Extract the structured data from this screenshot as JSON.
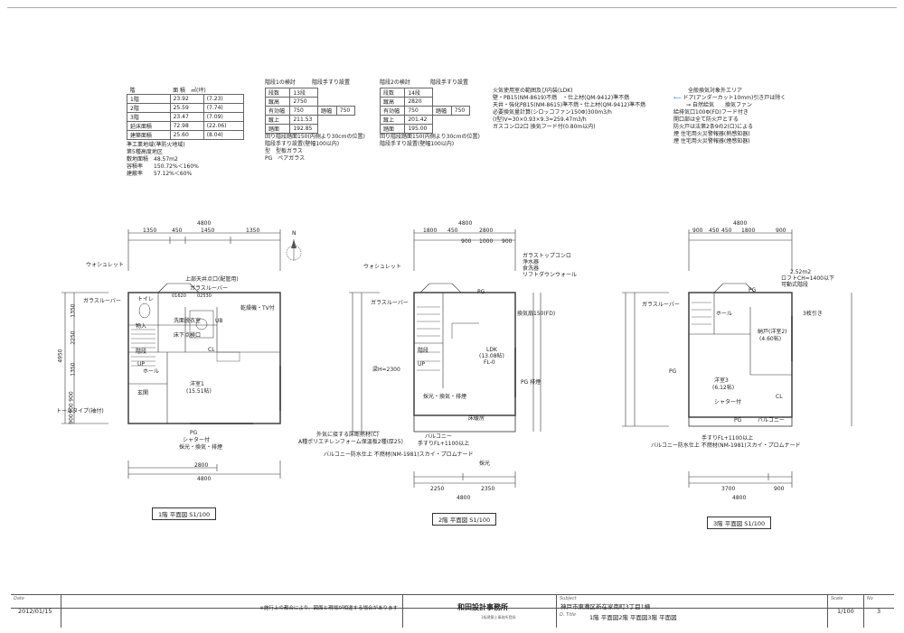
{
  "area_table": {
    "header": [
      "階",
      "面 積　㎡(坪)"
    ],
    "rows": [
      [
        "1階",
        "23.92",
        "(7.23)"
      ],
      [
        "2階",
        "25.59",
        "(7.74)"
      ],
      [
        "3階",
        "23.47",
        "(7.09)"
      ],
      [
        "延床面積",
        "72.98",
        "(22.06)"
      ],
      [
        "建築面積",
        "25.60",
        "(8.04)"
      ]
    ],
    "notes": [
      "準工業地域(準防火地域)",
      "第5種高度地区",
      "敷地面積　48.57m2",
      "容積率　　150.72%＜160%",
      "建蔽率　　57.12%＜60%"
    ]
  },
  "stair1": {
    "title": "階段1の検討",
    "title2": "階段手すり設置",
    "rows": [
      [
        "段数",
        "13段",
        "",
        ""
      ],
      [
        "蹴高",
        "2750",
        "",
        ""
      ],
      [
        "有効幅",
        "750",
        "踏幅",
        "750"
      ],
      [
        "蹴上",
        "211.53",
        "",
        ""
      ],
      [
        "踏面",
        "192.85",
        "",
        ""
      ]
    ],
    "notes": [
      "回り階段踏面150(内側より30cmの位置)",
      "階段手すり設置(壁幅100以内)",
      "",
      "型　型板ガラス",
      "PG　ペアガラス"
    ]
  },
  "stair2": {
    "title": "階段2の検討",
    "title2": "階段手すり設置",
    "rows": [
      [
        "段数",
        "14段",
        "",
        ""
      ],
      [
        "蹴高",
        "2820",
        "",
        ""
      ],
      [
        "有効幅",
        "750",
        "踏幅",
        "750"
      ],
      [
        "蹴上",
        "201.42",
        "",
        ""
      ],
      [
        "踏面",
        "195.00",
        "",
        ""
      ]
    ],
    "notes": [
      "回り階段踏面150(内側より30cmの位置)",
      "階段手すり設置(壁幅100以内)"
    ]
  },
  "fire_notes": {
    "title": "火気使用室の範囲及び内装(LDK)",
    "lines": [
      "壁・PB15(NM-8619)不燃　・仕上材(QM-9412)準不燃",
      "天井・強化PB15(NM-8615)準不燃・仕上材(QM-9412)準不燃",
      "必要換気量計算(シロッコファン150Φ)300m3/h",
      "(Ⅰ型)V=30×0.93×9.3=259.47m3/h",
      "ガスコンロ2口 換気フード付(0.80m以内)"
    ]
  },
  "legend": {
    "title": "全般換気対象外エリア",
    "lines": [
      "ドア(アンダーカット10mm)引き戸は除く",
      "自然給気　　換気ファン",
      "給排気口100Φ(FD)フード付き",
      "開口部は全て防火戸とする",
      "防火戸は法第2条9の2(ロ)による",
      "煙 住宅用火災警報器(熱感知器)",
      "煙 住宅用火災警報器(煙感知器)"
    ]
  },
  "plan1": {
    "dims_top": [
      "4800",
      "1350",
      "450",
      "1450",
      "1350"
    ],
    "dims_bottom": [
      "2800",
      "4800"
    ],
    "dims_left": [
      "4950",
      "1350",
      "2250",
      "1350",
      "900",
      "900",
      "900"
    ],
    "labels": [
      "ウォシュレット",
      "上部天井点口(配管用)",
      "ガラスルーバー",
      "ガラスルーバー",
      "トイレ",
      "物入",
      "洗面脱衣室",
      "床下点検口",
      "UB",
      "乾燥機・TV付",
      "階段",
      "UP",
      "ホール",
      "CL",
      "玄関",
      "洋室1",
      "(15.51帖)",
      "トールタイプ(袖付)",
      "PG",
      "シャター付",
      "採光・換気・排煙",
      "01620",
      "02530"
    ],
    "caption": "1階 平面図 S1/100"
  },
  "plan2": {
    "dims_top": [
      "4800",
      "1800",
      "450",
      "2800",
      "900",
      "1000",
      "900"
    ],
    "dims_bottom": [
      "2250",
      "2350",
      "4800"
    ],
    "labels": [
      "ガラストップコンロ",
      "浄水器",
      "食洗器",
      "リフトダウンウォール",
      "ウォシュレット",
      "ガラスルーバー",
      "PG",
      "換気扇150(FD)",
      "LDK",
      "(13.08帖)",
      "FL-0",
      "階段",
      "UP",
      "梁H=2300",
      "PG 排煙",
      "採光・換気・排煙",
      "床暖房",
      "バルコニー",
      "手すりFL+1100以上",
      "外気に接する床断熱材(C)",
      "A種ポリエチレンフォーム保温板2種(厚25)",
      "バルコニー防水仕上 不燃材(NM-1981)スカイ・プロムナード",
      "採光"
    ],
    "caption": "2階 平面図 S1/100"
  },
  "plan3": {
    "dims_top": [
      "4800",
      "900",
      "450",
      "450",
      "1800",
      "900"
    ],
    "dims_bottom": [
      "3700",
      "900",
      "4800"
    ],
    "labels": [
      "2.52m2",
      "ロフトCH=1400以下",
      "可動式階段",
      "ガラスルーバー",
      "PG",
      "3枚引き",
      "ホール",
      "納戸(洋室2)",
      "(4.60帖)",
      "洋室3",
      "(6.12帖)",
      "PG",
      "シャター付",
      "CL",
      "PG",
      "バルコニー",
      "手すりFL+1100以上",
      "バルコニー防水仕上 不燃材(NM-1981)スカイ・プロムナード"
    ],
    "caption": "3階 平面図 S1/100"
  },
  "title_block": {
    "date_hd": "Date",
    "date": "2012/01/15",
    "note": "※施行上の都合により、図面と現場が相違する場合があります",
    "office": "和田設計事務所",
    "office_sub": "1級建築士事務所登録",
    "subject_hd": "Subject",
    "subject": "神戸市東灘区新在家南町3丁目1棟",
    "title_hd": "D. Title",
    "title": "1階 平面図2階 平面図3階 平面図",
    "scale_hd": "Scale",
    "scale": "1/100",
    "no_hd": "No",
    "no": "3"
  },
  "north": "N"
}
